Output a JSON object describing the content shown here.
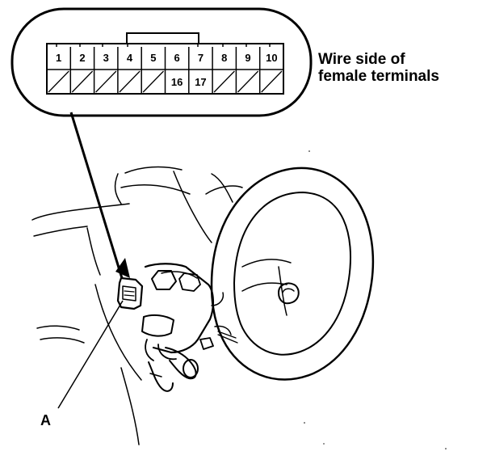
{
  "connector": {
    "top_row_pins": [
      "1",
      "2",
      "3",
      "4",
      "5",
      "6",
      "7",
      "8",
      "9",
      "10"
    ],
    "bottom_row_pins": [
      "16",
      "17"
    ]
  },
  "callout": {
    "line1": "Wire side of",
    "line2": "female terminals"
  },
  "marker": {
    "label": "A"
  },
  "icons": {
    "connector": "connector-face-icon",
    "steering": "steering-wheel-assembly"
  }
}
